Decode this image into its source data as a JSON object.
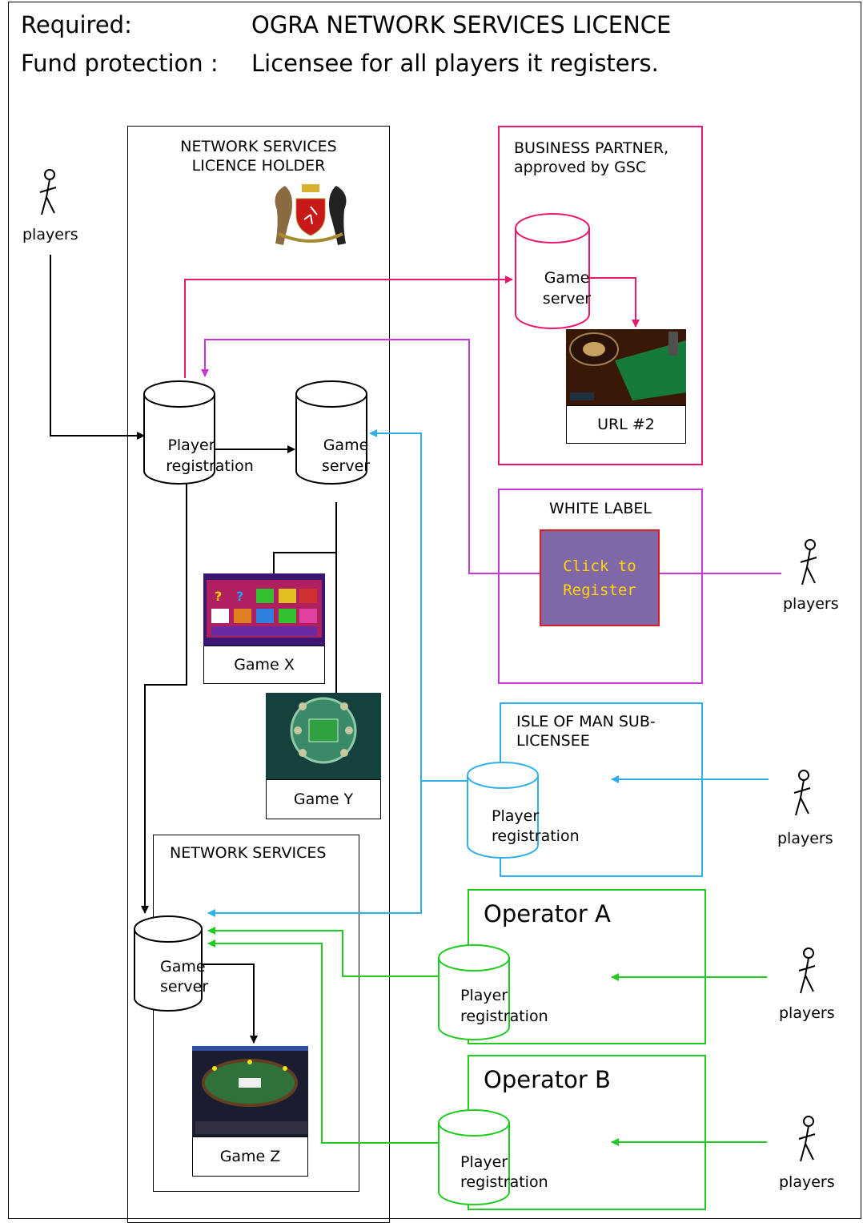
{
  "header": {
    "required_label": "Required:",
    "required_value": "OGRA NETWORK SERVICES LICENCE",
    "fund_label": "Fund protection :",
    "fund_value": "Licensee for all players it registers."
  },
  "players_label": "players",
  "licence_holder": {
    "title_line1": "NETWORK SERVICES",
    "title_line2": "LICENCE HOLDER",
    "player_registration_line1": "Player",
    "player_registration_line2": "registration",
    "game_server_line1": "Game",
    "game_server_line2": "server",
    "game_x": "Game X",
    "game_y": "Game Y"
  },
  "network_services": {
    "title": "NETWORK SERVICES",
    "game_server_line1": "Game",
    "game_server_line2": "server",
    "game_z": "Game Z"
  },
  "business_partner": {
    "title_line1": "BUSINESS PARTNER,",
    "title_line2": "approved by GSC",
    "game_server_line1": "Game",
    "game_server_line2": "server",
    "url": "URL #2"
  },
  "white_label": {
    "title": "WHITE LABEL",
    "button_line1": "Click to",
    "button_line2": "Register"
  },
  "sub_licensee": {
    "title_line1": "ISLE OF MAN SUB-",
    "title_line2": "LICENSEE",
    "player_registration_line1": "Player",
    "player_registration_line2": "registration"
  },
  "operator_a": {
    "title": "Operator A",
    "player_registration_line1": "Player",
    "player_registration_line2": "registration"
  },
  "operator_b": {
    "title": "Operator B",
    "player_registration_line1": "Player",
    "player_registration_line2": "registration"
  },
  "colors": {
    "black": "#000000",
    "pink": "#e8186e",
    "magenta": "#c838d8",
    "blue": "#30b0e8",
    "green": "#20cc20",
    "button_fill": "#8068a8",
    "button_text": "#ffd400"
  }
}
